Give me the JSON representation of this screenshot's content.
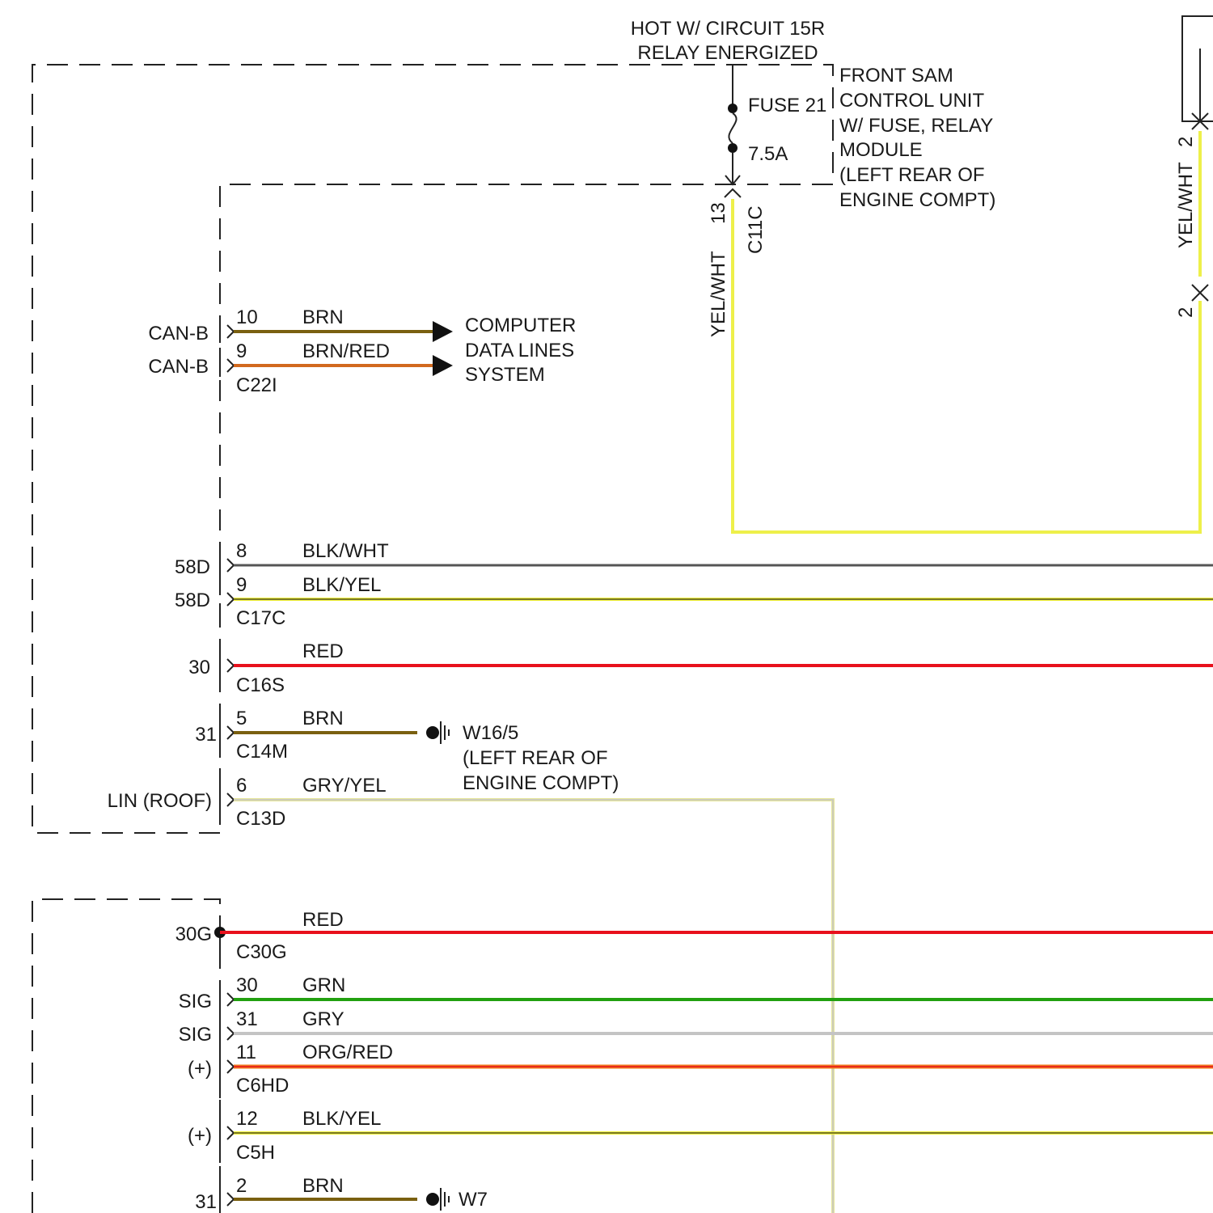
{
  "top_label": {
    "line1": "HOT W/ CIRCUIT 15R",
    "line2": "RELAY ENERGIZED"
  },
  "fuse": {
    "name": "FUSE 21",
    "rating": "7.5A"
  },
  "front_sam": {
    "lines": [
      "FRONT SAM",
      "CONTROL UNIT",
      "W/ FUSE, RELAY",
      "MODULE",
      "(LEFT REAR OF",
      "ENGINE COMPT)"
    ]
  },
  "c11c": {
    "pin": "13",
    "connector": "C11C",
    "wire_color_label": "YEL/WHT"
  },
  "right_connector": {
    "pin_top": "2",
    "pin_bottom": "2",
    "wire_color_label": "YEL/WHT"
  },
  "computer_data_lines": {
    "lines": [
      "COMPUTER",
      "DATA LINES",
      "SYSTEM"
    ]
  },
  "ground_w16": {
    "lines": [
      "W16/5",
      "(LEFT REAR OF",
      "ENGINE COMPT)"
    ]
  },
  "ground_w7": {
    "label": "W7"
  },
  "colors": {
    "brn": "#7a6010",
    "brn_red": "#d2691e",
    "blk_wht": "#555555",
    "blk_yel": "#7a7a2a",
    "yel": "#f2f23a",
    "red": "#e8101c",
    "grn": "#22a010",
    "gry": "#c4c4c4",
    "org_red": "#f07a1e",
    "gry_yel": "#e6e69a",
    "yel_wht": "#eef04a"
  },
  "upper_module": {
    "groups": [
      {
        "connector": "C22I",
        "wires": [
          {
            "function": "CAN-B",
            "pin": "10",
            "color": "BRN"
          },
          {
            "function": "CAN-B",
            "pin": "9",
            "color": "BRN/RED"
          }
        ]
      },
      {
        "connector": "C17C",
        "wires": [
          {
            "function": "58D",
            "pin": "8",
            "color": "BLK/WHT"
          },
          {
            "function": "58D",
            "pin": "9",
            "color": "BLK/YEL"
          }
        ]
      },
      {
        "connector": "C16S",
        "wires": [
          {
            "function": "30",
            "pin": "",
            "color": "RED"
          }
        ]
      },
      {
        "connector": "C14M",
        "wires": [
          {
            "function": "31",
            "pin": "5",
            "color": "BRN"
          }
        ]
      },
      {
        "connector": "C13D",
        "wires": [
          {
            "function": "LIN (ROOF)",
            "pin": "6",
            "color": "GRY/YEL"
          }
        ]
      }
    ]
  },
  "lower_module": {
    "groups": [
      {
        "connector": "C30G",
        "wires": [
          {
            "function": "30G",
            "pin": "",
            "color": "RED"
          }
        ]
      },
      {
        "connector": "C6HD",
        "wires": [
          {
            "function": "SIG",
            "pin": "30",
            "color": "GRN"
          },
          {
            "function": "SIG",
            "pin": "31",
            "color": "GRY"
          },
          {
            "function": "(+)",
            "pin": "11",
            "color": "ORG/RED"
          }
        ]
      },
      {
        "connector": "C5H",
        "wires": [
          {
            "function": "(+)",
            "pin": "12",
            "color": "BLK/YEL"
          }
        ]
      },
      {
        "connector": "",
        "wires": [
          {
            "function": "31",
            "pin": "2",
            "color": "BRN"
          }
        ]
      }
    ]
  }
}
